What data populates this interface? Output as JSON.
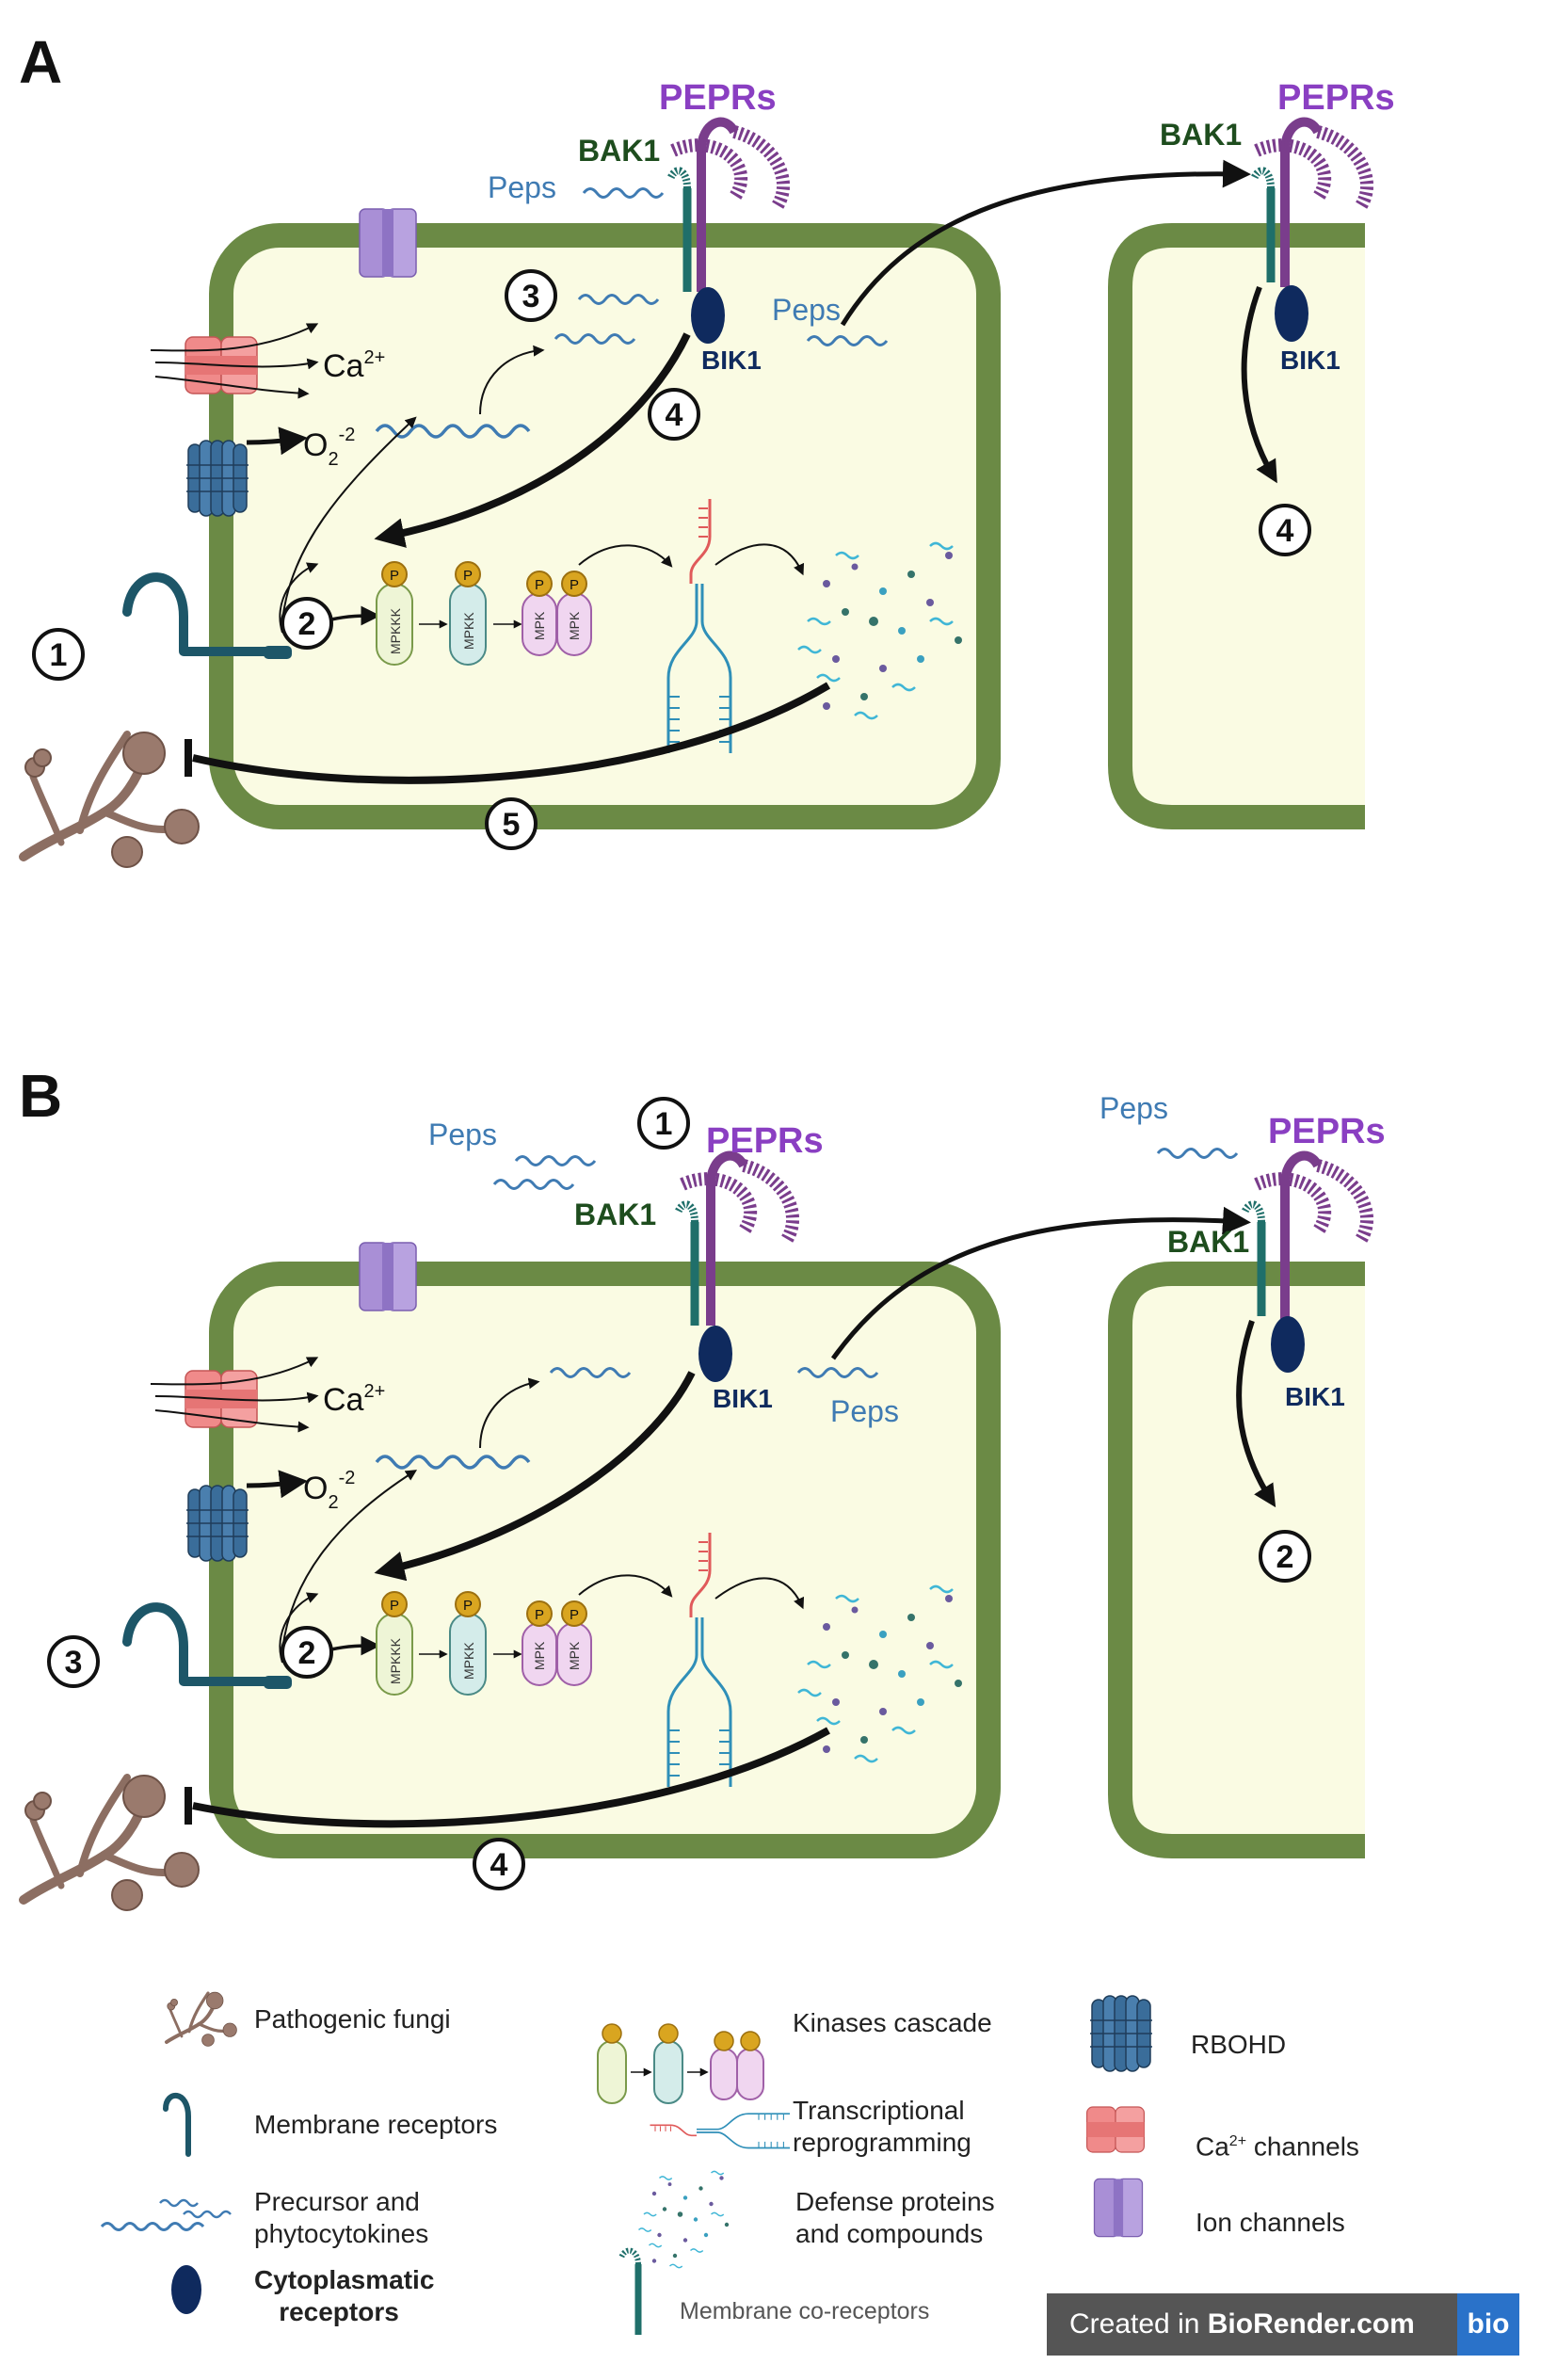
{
  "panels": [
    {
      "letter": "A",
      "peprs": "PEPRs",
      "peprs_right": "PEPRs",
      "bak1": "BAK1",
      "bak1_right": "BAK1",
      "bik1": "BIK1",
      "bik1_right": "BIK1",
      "peps_outside": "Peps",
      "peps_inside": "Peps",
      "ca": "Ca",
      "ca_sup": "2+",
      "o2": "O",
      "o2_sub": "2",
      "o2_sup": "-2",
      "steps": [
        "1",
        "2",
        "3",
        "4",
        "5"
      ],
      "step_right": "4"
    },
    {
      "letter": "B",
      "peprs": "PEPRs",
      "peprs_right": "PEPRs",
      "bak1": "BAK1",
      "bak1_right": "BAK1",
      "bik1": "BIK1",
      "bik1_right": "BIK1",
      "peps_outside": "Peps",
      "peps_inside": "Peps",
      "peps_right": "Peps",
      "ca": "Ca",
      "ca_sup": "2+",
      "o2": "O",
      "o2_sub": "2",
      "o2_sup": "-2",
      "steps": [
        "1",
        "2",
        "3",
        "4"
      ],
      "step_right": "2"
    }
  ],
  "kinases": {
    "mapkkk": "MPKKK",
    "mapkk": "MPKK",
    "mpk": "MPK",
    "phospho": "P"
  },
  "legend": {
    "pathogenic_fungi": "Pathogenic fungi",
    "membrane_receptors": "Membrane receptors",
    "precursor_line1": "Precursor and",
    "precursor_line2": "phytocytokines",
    "cyto_line1": "Cytoplasmatic",
    "cyto_line2": "receptors",
    "kinases_cascade": "Kinases cascade",
    "transcriptional_line1": "Transcriptional",
    "transcriptional_line2": "reprogramming",
    "defense_line1": "Defense proteins",
    "defense_line2": "and compounds",
    "membrane_coreceptors": "Membrane co-receptors",
    "rbohd": "RBOHD",
    "ca_channels": "Ca",
    "ca_channels_sup": "2+",
    "ca_channels_suffix": " channels",
    "ion_channels": "Ion channels"
  },
  "credit": {
    "prefix": "Created in ",
    "brand": "BioRender.com",
    "logo": "bio"
  },
  "colors": {
    "cell_wall": "#6b8a45",
    "cytoplasm": "#fafbe3",
    "pepr": "#7a3d8c",
    "pepr_label": "#8a3fc2",
    "bak1": "#1f6f6a",
    "bak1_label": "#1e4d1e",
    "bik1": "#0f2a5e",
    "peps": "#3f7bb3",
    "rbohd": "#3a6d9a",
    "ca_channel": "#f08a8a",
    "ion_channel": "#a98fd6",
    "fungi": "#8c6e62",
    "receptor": "#1d5668"
  }
}
